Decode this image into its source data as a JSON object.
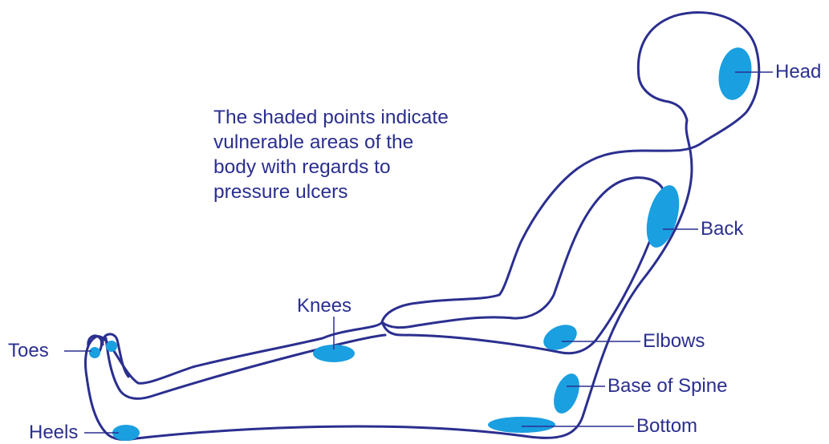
{
  "colors": {
    "outline": "#2B2F8F",
    "pressure_point": "#1A9FE0",
    "background": "#FFFFFF"
  },
  "caption": {
    "lines": [
      "The shaded points indicate",
      "vulnerable areas of the",
      "body with regards to",
      "pressure ulcers"
    ]
  },
  "labels": {
    "head": "Head",
    "back": "Back",
    "knees": "Knees",
    "toes": "Toes",
    "elbows": "Elbows",
    "base_of_spine": "Base of Spine",
    "bottom": "Bottom",
    "heels": "Heels"
  }
}
